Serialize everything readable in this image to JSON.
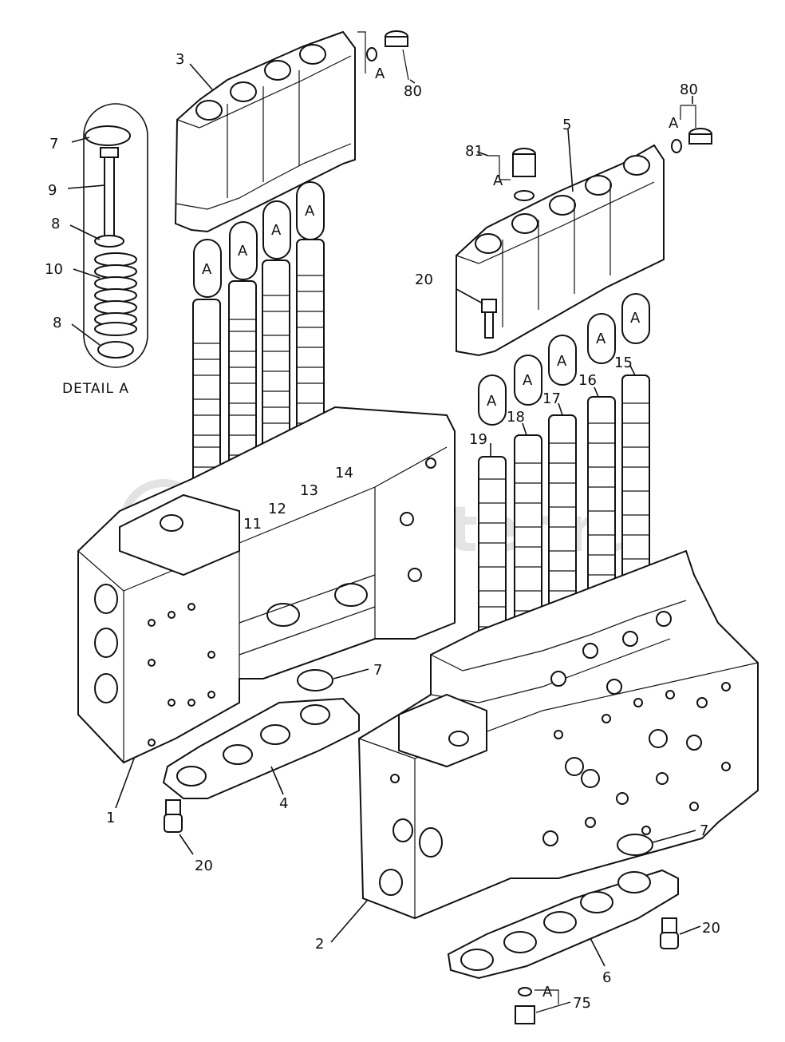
{
  "labels": {
    "l80a": "80",
    "l80b": "80",
    "l81": "81",
    "l3": "3",
    "l5": "5",
    "l7a": "7",
    "l9": "9",
    "l8a": "8",
    "l10": "10",
    "l8b": "8",
    "detail": "DETAIL A",
    "l20a": "20",
    "l14": "14",
    "l13": "13",
    "l12": "12",
    "l11": "11",
    "l15": "15",
    "l16": "16",
    "l17": "17",
    "l18": "18",
    "l19": "19",
    "l7b": "7",
    "l7c": "7",
    "l1": "1",
    "l4": "4",
    "l20b": "20",
    "l2": "2",
    "l6": "6",
    "l20c": "20",
    "l75": "75",
    "a": "A"
  },
  "watermark": "autopiter.ru",
  "colors": {
    "line": "#111111",
    "watermark": "#cfcfcf",
    "background": "#ffffff"
  }
}
